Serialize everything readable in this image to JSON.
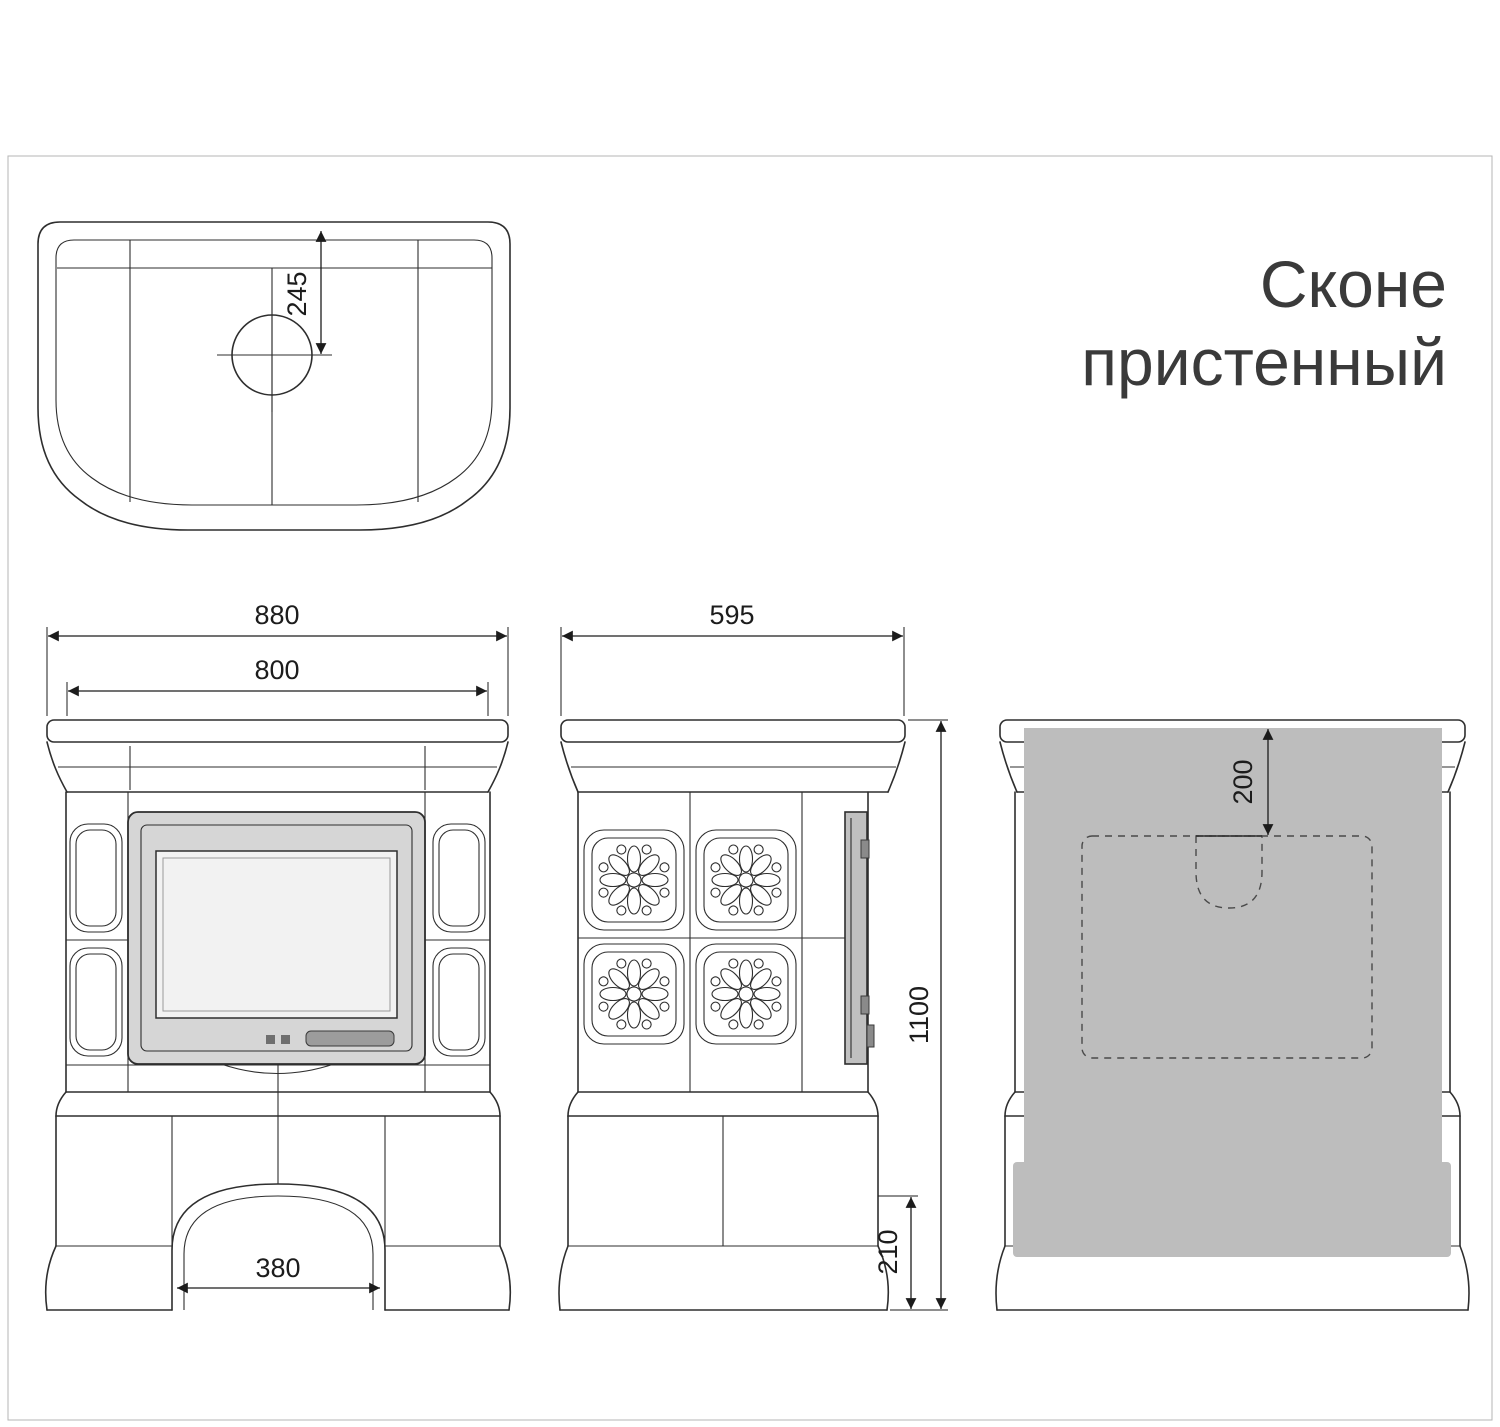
{
  "title": {
    "line1": "Сконе",
    "line2": "пристенный"
  },
  "dimensions": {
    "top_view_flue_offset": "245",
    "front_overall_width": "880",
    "front_body_width": "800",
    "front_opening_width": "380",
    "side_depth": "595",
    "overall_height": "1100",
    "base_height": "210",
    "rear_notch_offset": "200"
  },
  "colors": {
    "line": "#2e2e2e",
    "dimension": "#1c1c1c",
    "door_frame": "#d6d6d6",
    "glass": "#f2f2f2",
    "handle": "#9c9c9c",
    "rear_panel": "#bdbdbd",
    "title_text": "#3a3a3a"
  }
}
